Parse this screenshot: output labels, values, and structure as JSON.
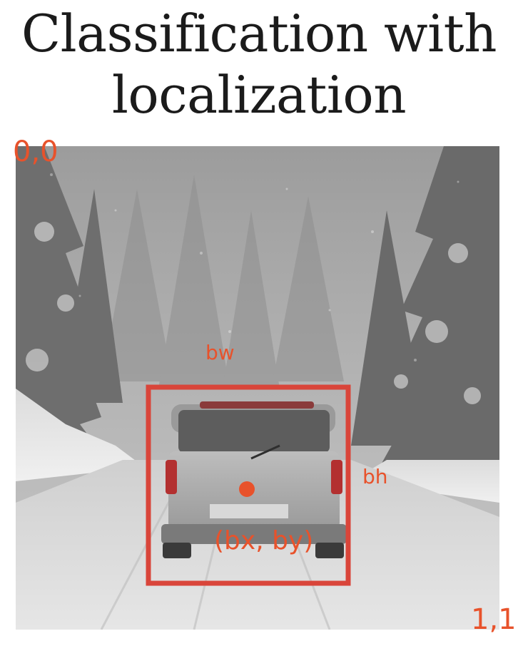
{
  "title": {
    "line1": "Classification with",
    "line2": "localization"
  },
  "labels": {
    "origin": "0,0",
    "end": "1,1",
    "width": "bw",
    "height": "bh",
    "center": "(bx, by)"
  },
  "colors": {
    "annotation": "#e8522b",
    "box": "#d9453a"
  },
  "photo": {
    "scene": "snowy forest road with a car driving away",
    "icon": "car-photo"
  }
}
